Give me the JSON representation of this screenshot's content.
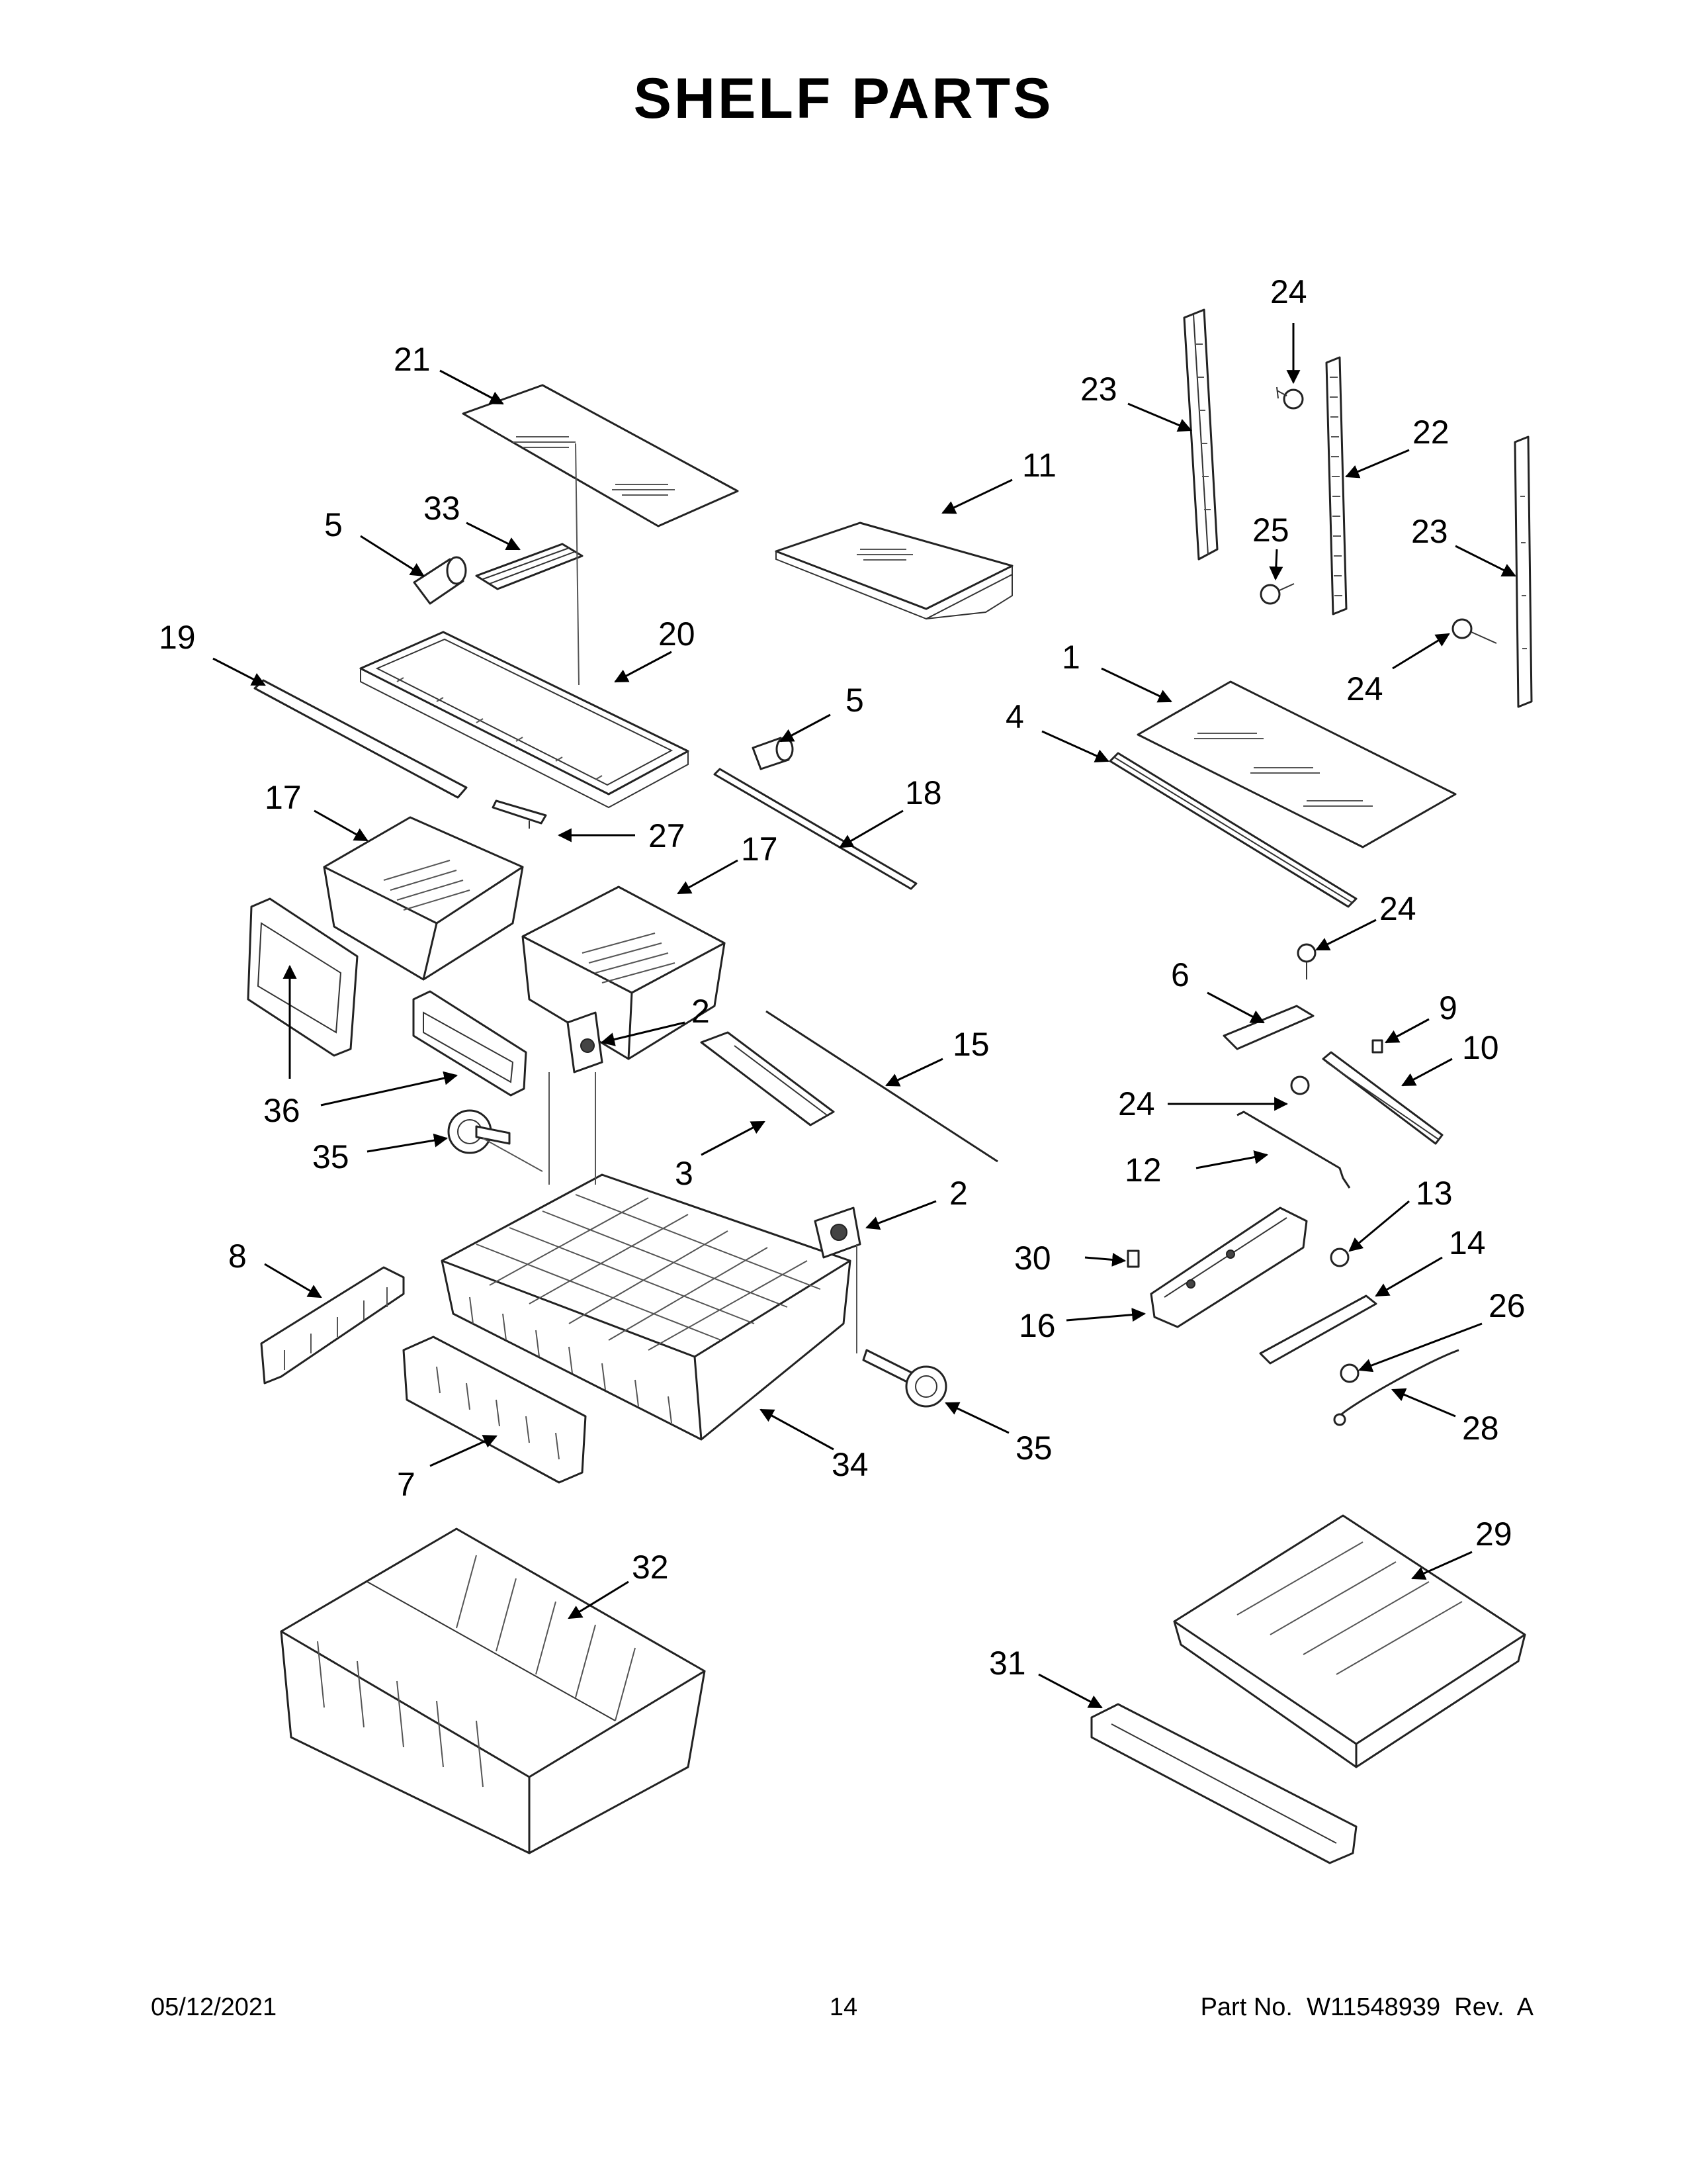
{
  "title": "SHELF PARTS",
  "footer": {
    "date": "05/12/2021",
    "page": "14",
    "part_no": "Part No.  W11548939  Rev.  A"
  },
  "callouts": [
    "21",
    "33",
    "5",
    "11",
    "24",
    "23",
    "22",
    "25",
    "23",
    "19",
    "20",
    "24",
    "1",
    "5",
    "4",
    "17",
    "27",
    "18",
    "17",
    "24",
    "6",
    "9",
    "10",
    "2",
    "15",
    "36",
    "24",
    "12",
    "35",
    "3",
    "2",
    "13",
    "8",
    "30",
    "14",
    "16",
    "26",
    "28",
    "7",
    "34",
    "35",
    "32",
    "29",
    "31"
  ]
}
